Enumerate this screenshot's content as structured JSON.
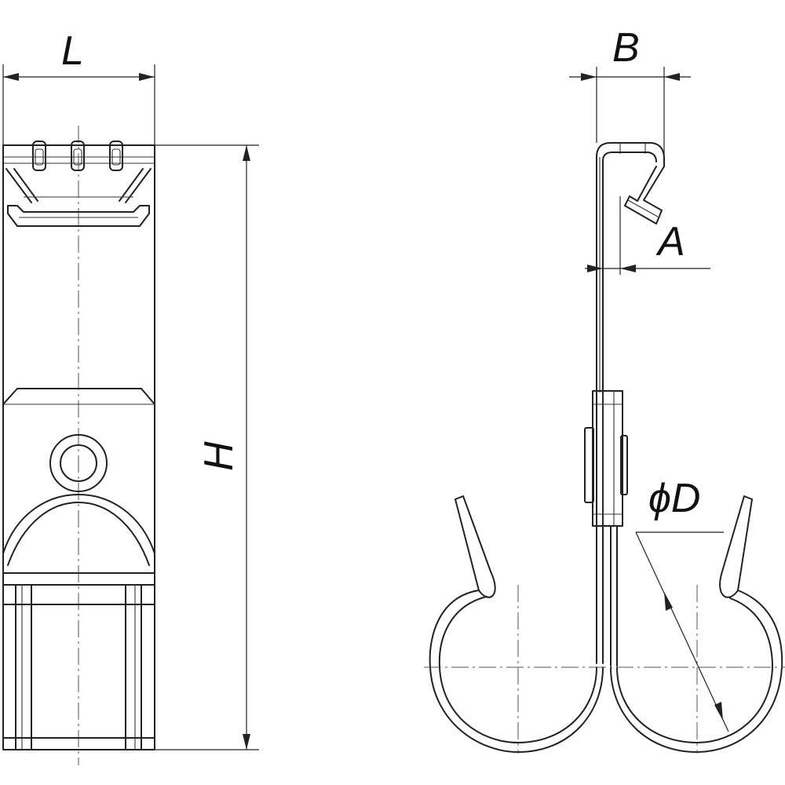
{
  "dimension_labels": {
    "length": "L",
    "height": "H",
    "width": "B",
    "gap": "A",
    "diameter": "ϕD"
  }
}
